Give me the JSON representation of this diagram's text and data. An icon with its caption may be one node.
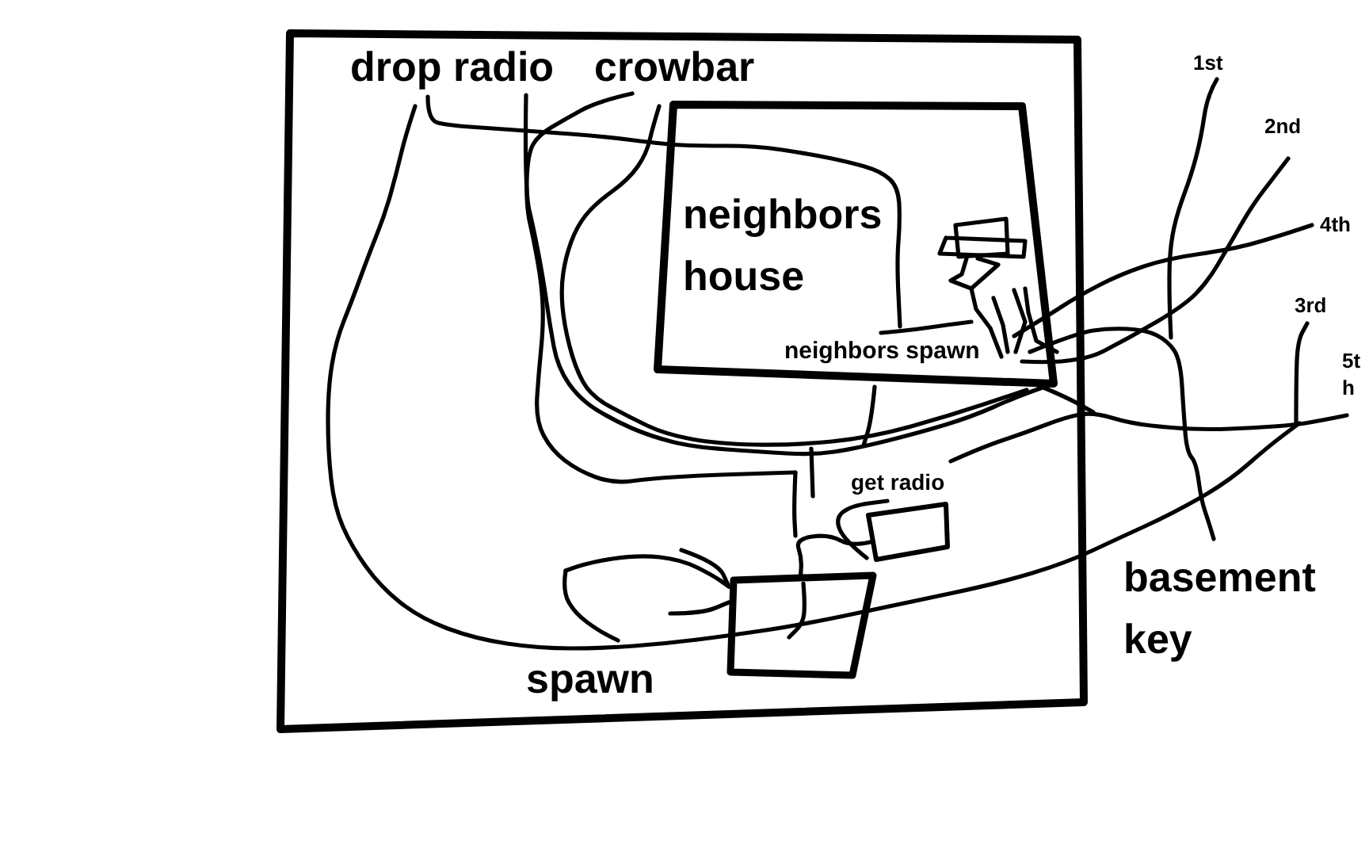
{
  "diagram": {
    "nodes": [
      {
        "text": [],
        "shape": "box"
      },
      {
        "text": [
          "neighbors house",
          "neighbors spawn"
        ],
        "in": 0
      },
      {
        "text": [],
        "shape": "box",
        "in": 0,
        "beside": [
          "spawn"
        ]
      },
      {
        "text": [],
        "shape": "box",
        "in": 0,
        "beside": [
          "get radio"
        ]
      }
    ],
    "edges": [
      {
        "from": 3,
        "to": 2,
        "arrow": "none"
      }
    ],
    "labels": [
      "drop radio",
      "crowbar",
      "1st",
      "2nd",
      "4th",
      "3rd",
      "5t h",
      "basement key"
    ]
  }
}
